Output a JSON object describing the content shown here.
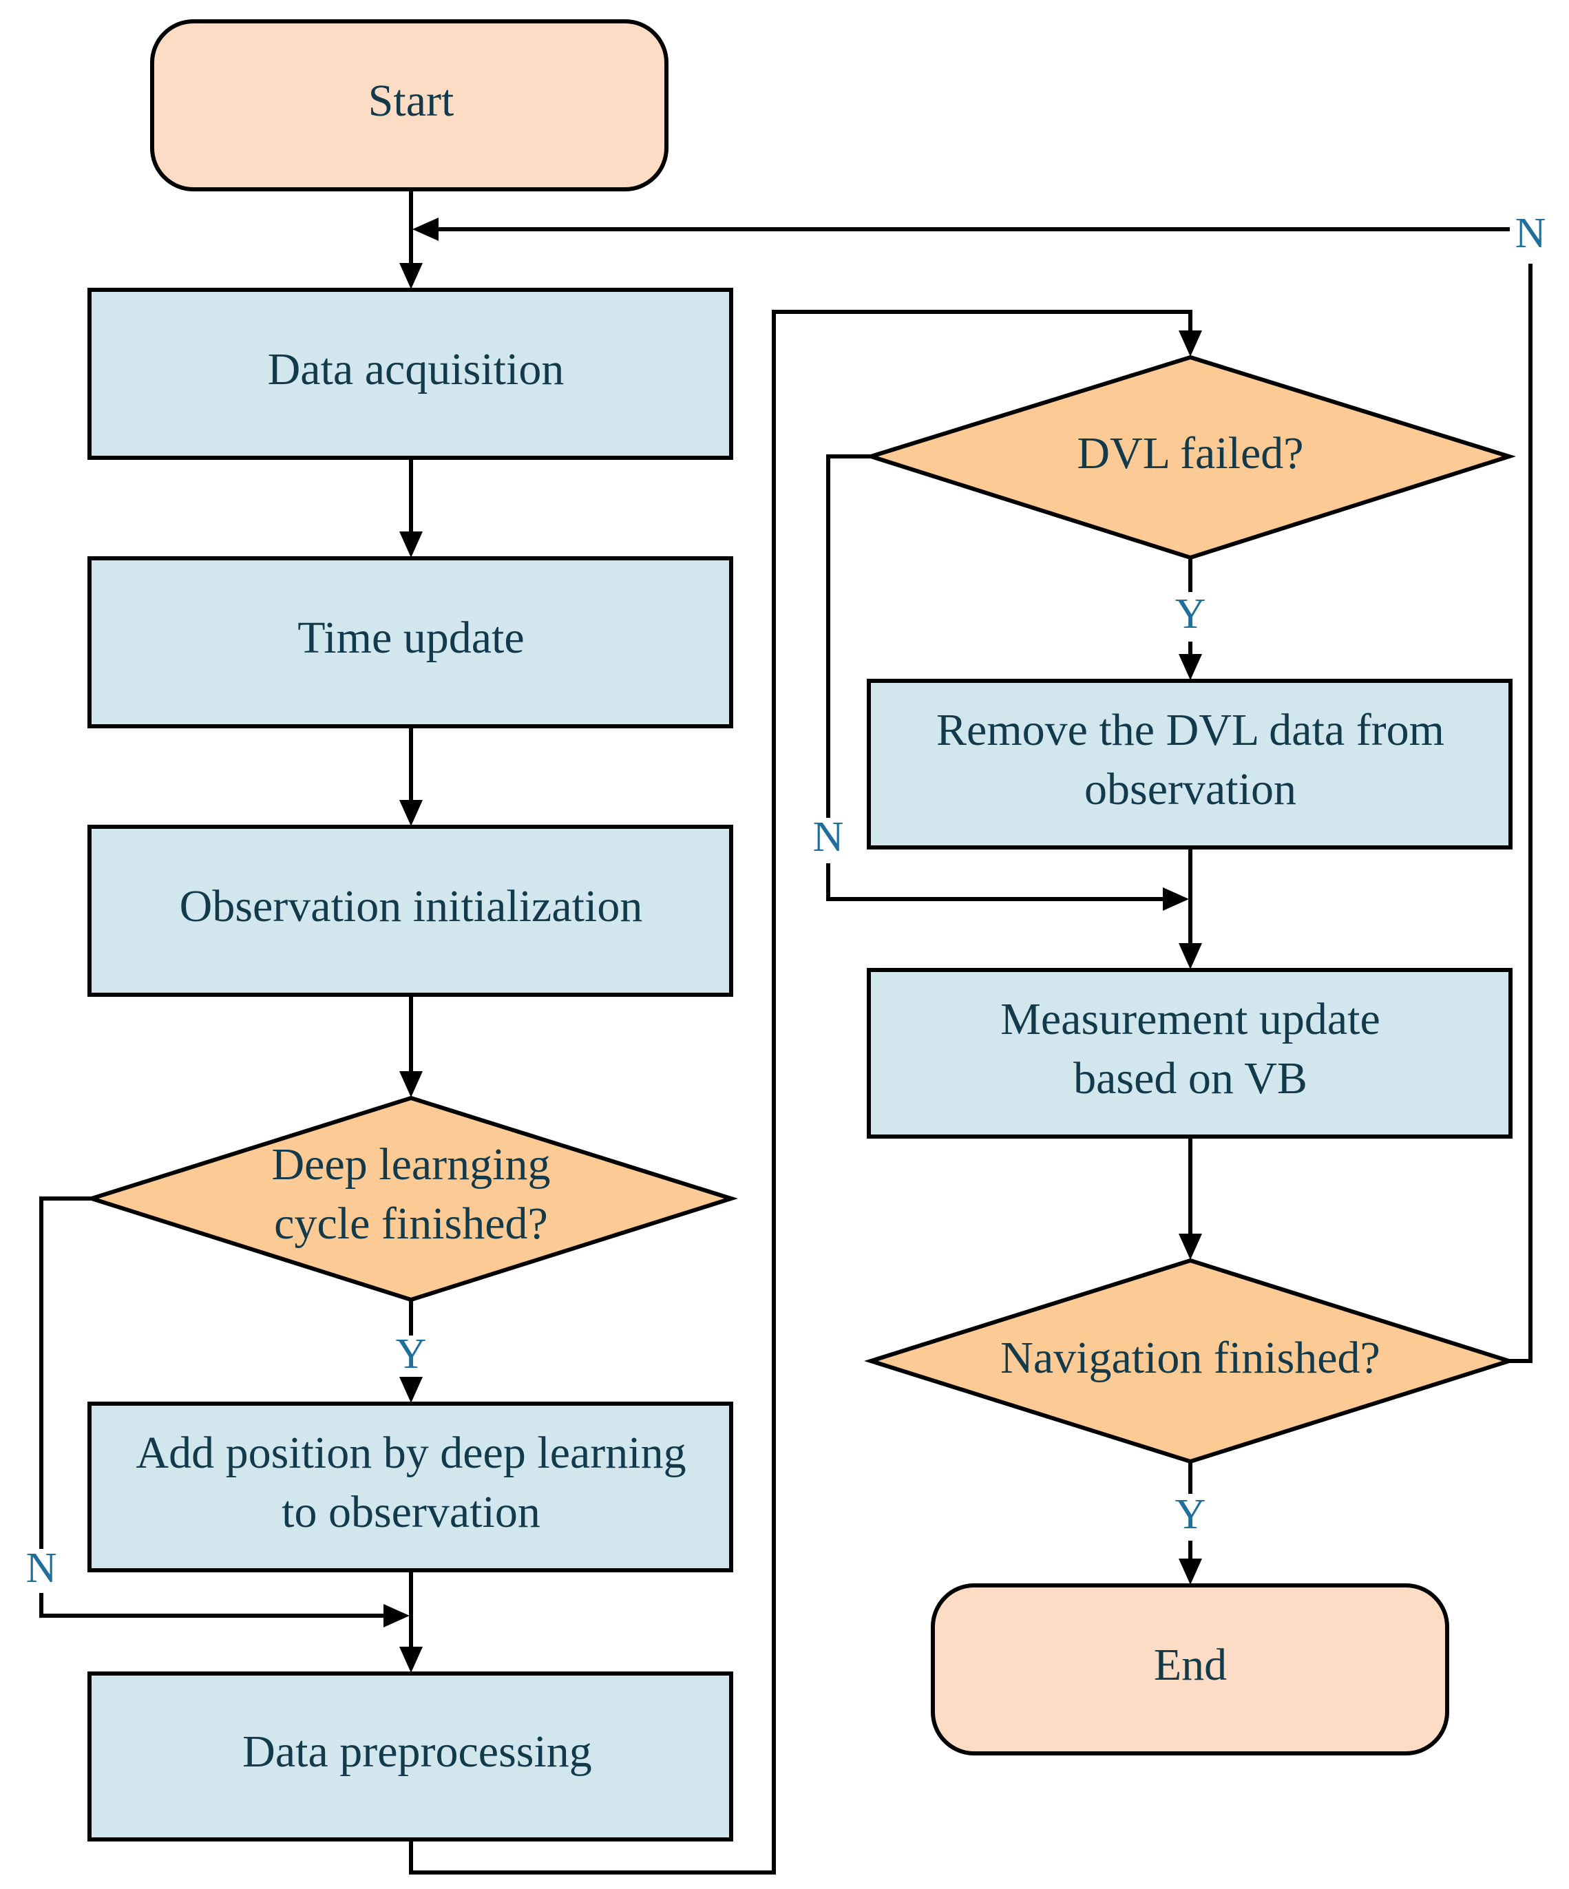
{
  "nodes": {
    "start": [
      "Start"
    ],
    "data_acquisition": [
      "Data acquisition"
    ],
    "time_update": [
      "Time update"
    ],
    "observation_init": [
      "Observation initialization"
    ],
    "dl_decision": [
      "Deep learnging",
      "cycle finished?"
    ],
    "add_position": [
      "Add position by deep learning",
      "to observation"
    ],
    "data_preprocessing": [
      "Data preprocessing"
    ],
    "dvl_decision": [
      "DVL failed?"
    ],
    "remove_dvl": [
      "Remove the DVL data from",
      "observation"
    ],
    "measurement_update": [
      "Measurement update",
      "based on VB"
    ],
    "nav_decision": [
      "Navigation finished?"
    ],
    "end": [
      "End"
    ]
  },
  "edge_labels": {
    "dl_yes": "Y",
    "dl_no": "N",
    "dvl_yes": "Y",
    "dvl_no": "N",
    "nav_yes": "Y",
    "nav_no": "N"
  }
}
